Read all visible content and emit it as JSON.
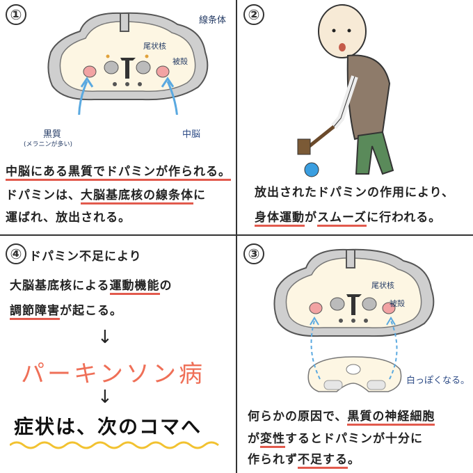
{
  "panel1": {
    "number": "①",
    "labels": {
      "striatum": "線条体",
      "caudate": "尾状核",
      "putamen": "被殻",
      "substantia_nigra": "黒質",
      "melanin_note": "(メラニンが多い)",
      "midbrain": "中脳"
    },
    "caption": {
      "line1_a": "中脳にある",
      "line1_b": "黒質",
      "line1_c": "でドパミンが作られる。",
      "line2_a": "ドパミンは、",
      "line2_b": "大脳基底核の線条体",
      "line2_c": "に",
      "line3": "運ばれ、放出される。"
    }
  },
  "panel2": {
    "number": "②",
    "caption": {
      "line1": "放出されたドパミンの作用により、",
      "line2_a": "身体運動",
      "line2_b": "が",
      "line2_c": "スムーズ",
      "line2_d": "に行われる。"
    }
  },
  "panel3": {
    "number": "③",
    "labels": {
      "caudate": "尾状核",
      "putamen": "被殻",
      "whitening": "白っぽくなる。"
    },
    "caption": {
      "line1_a": "何らかの原因で、",
      "line1_b": "黒質の神経細胞",
      "line2_a": "が",
      "line2_b": "変性",
      "line2_c": "するとドパミンが十分に",
      "line3_a": "作られず",
      "line3_b": "不足する",
      "line3_c": "。"
    }
  },
  "panel4": {
    "number": "④",
    "text": {
      "line1": "ドパミン不足により",
      "line2_a": "大脳基底核による",
      "line2_b": "運動機能",
      "line2_c": "の",
      "line3_a": "調節障害",
      "line3_b": "が起こる。",
      "arrow1": "↓",
      "disease": "パーキンソン病",
      "arrow2": "↓",
      "next": "症状は、次のコマへ"
    }
  },
  "colors": {
    "underline_red": "#e25a4d",
    "arrow_blue": "#5aa9e0",
    "brain_fill": "#fdf6e3",
    "brain_outline": "#8a8a8a",
    "wavy_yellow": "#f2c230"
  }
}
